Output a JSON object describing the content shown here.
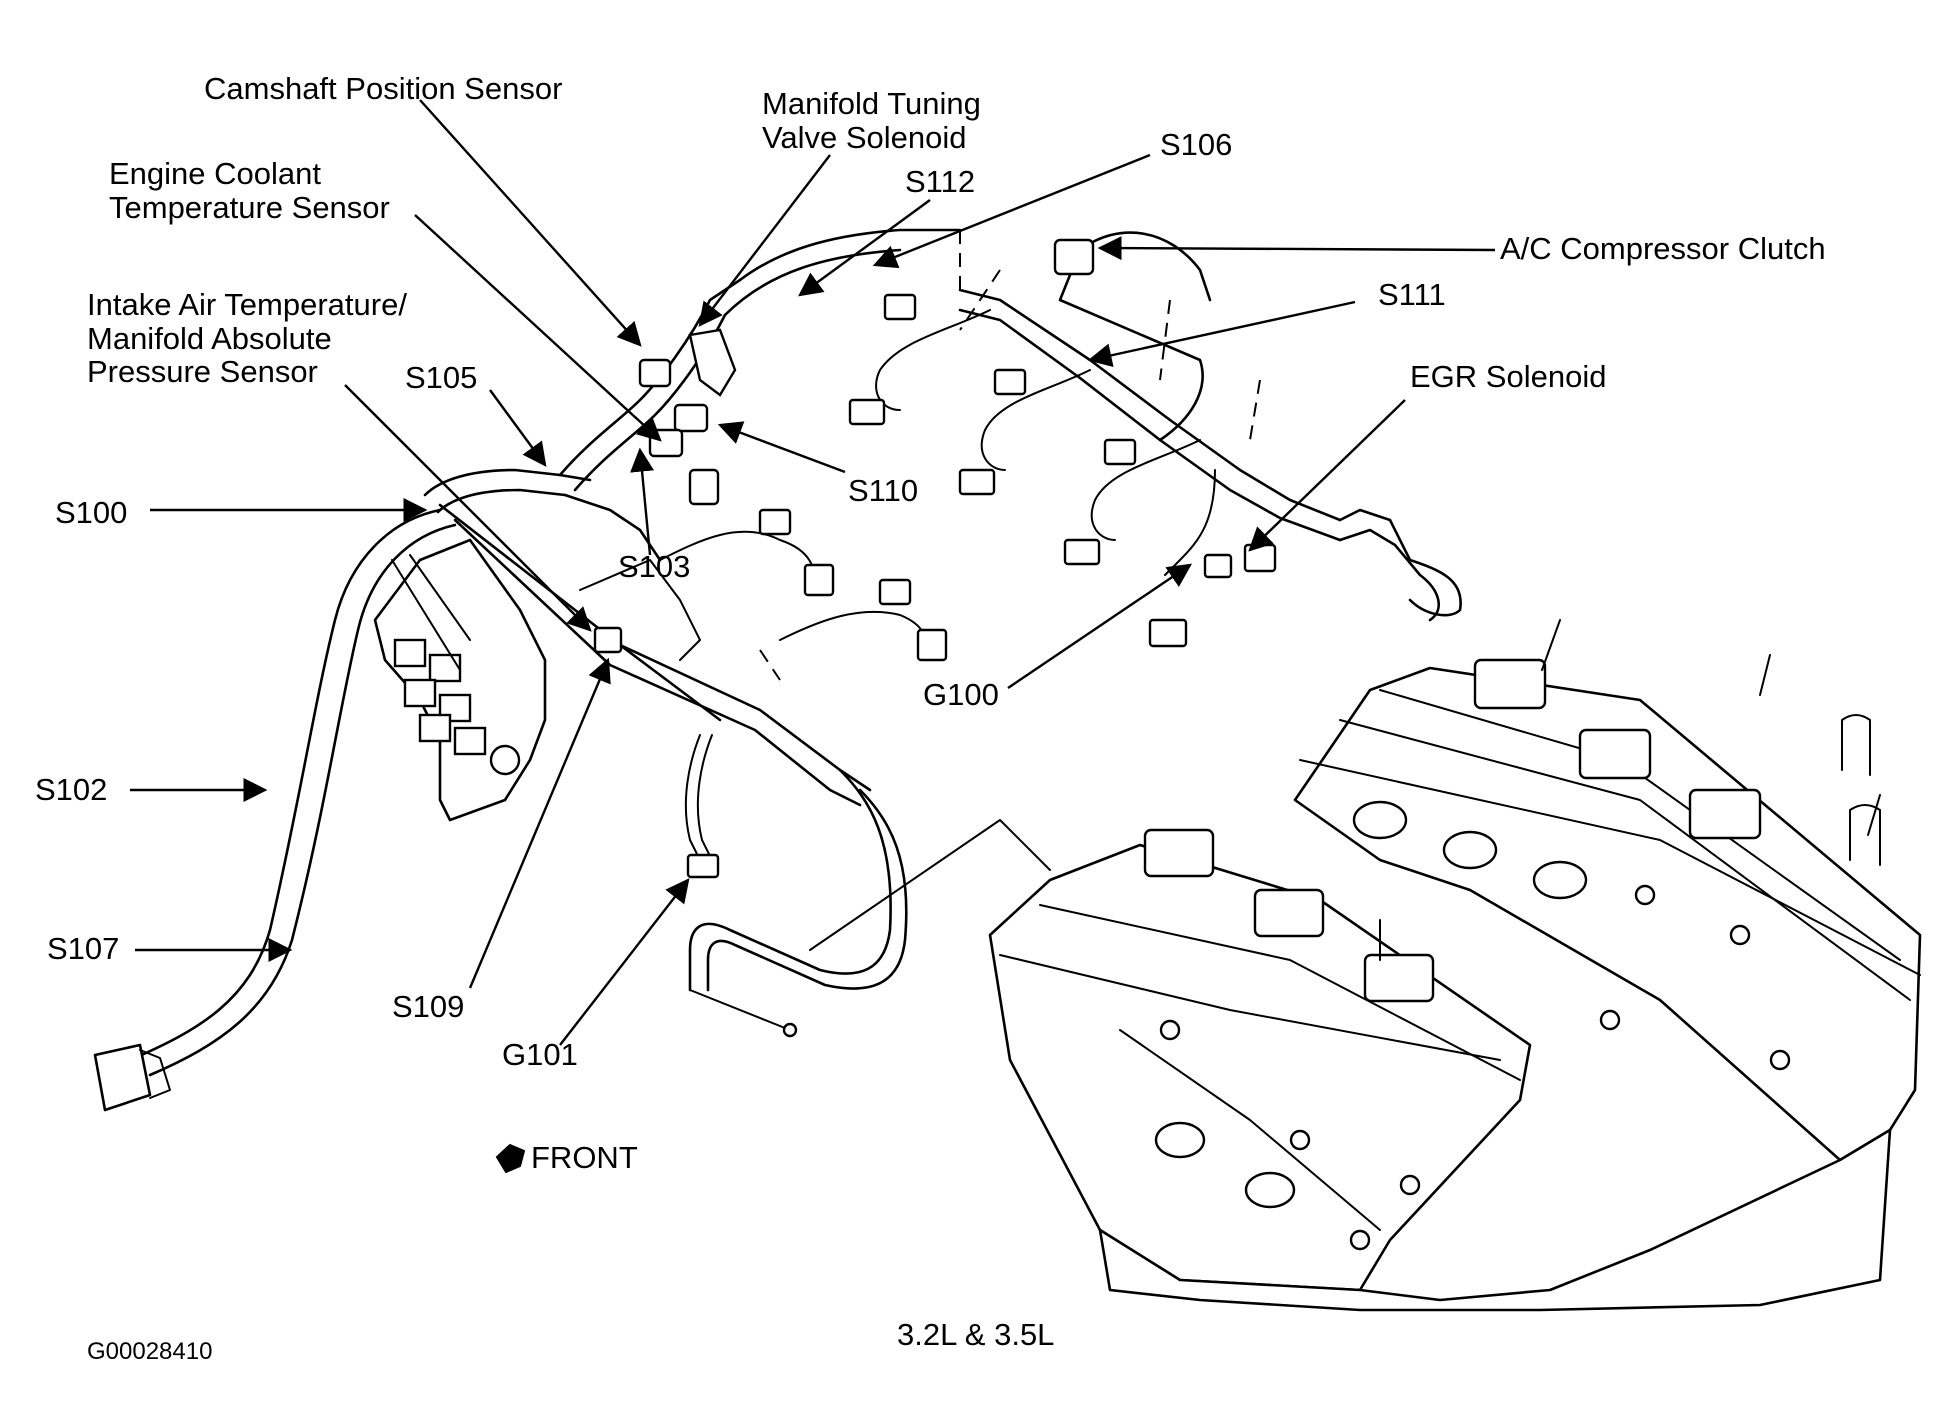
{
  "labels": {
    "camshaft_position_sensor": "Camshaft Position Sensor",
    "manifold_tuning_line1": "Manifold Tuning",
    "manifold_tuning_line2": "Valve Solenoid",
    "s106": "S106",
    "s112": "S112",
    "engine_coolant_line1": "Engine Coolant",
    "engine_coolant_line2": "Temperature Sensor",
    "ac_compressor_clutch": "A/C Compressor Clutch",
    "intake_air_line1": "Intake Air Temperature/",
    "intake_air_line2": "Manifold Absolute",
    "intake_air_line3": "Pressure Sensor",
    "s111": "S111",
    "s105": "S105",
    "egr_solenoid": "EGR Solenoid",
    "s100": "S100",
    "s110": "S110",
    "s103": "S103",
    "g100": "G100",
    "s102": "S102",
    "s107": "S107",
    "s109": "S109",
    "g101": "G101",
    "front": "FRONT",
    "engine_caption": "3.2L & 3.5L",
    "figure_code": "G00028410"
  }
}
